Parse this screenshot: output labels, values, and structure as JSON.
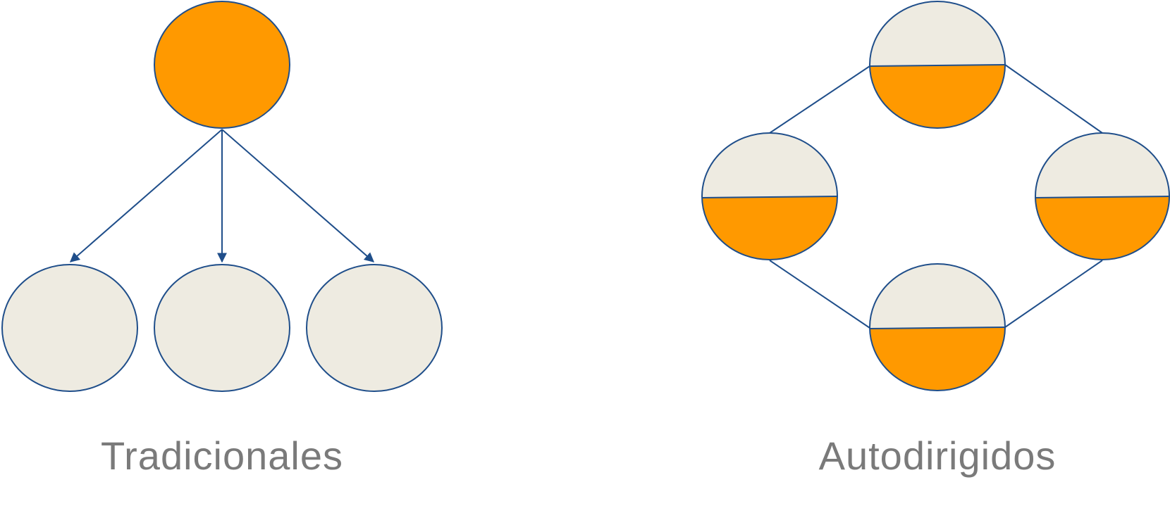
{
  "colors": {
    "outline": "#1f4e8a",
    "filled": "#FF9900",
    "empty": "#EEEBE1",
    "caption": "#7a7a7a"
  },
  "traditional": {
    "caption": "Tradicionales",
    "leader_node": {
      "state": "filled"
    },
    "member_nodes": [
      {
        "state": "empty"
      },
      {
        "state": "empty"
      },
      {
        "state": "empty"
      }
    ],
    "connection_style": "directed-arrows"
  },
  "self_directed": {
    "caption": "Autodirigidos",
    "nodes": [
      {
        "position": "top",
        "fill_fraction": 0.5
      },
      {
        "position": "left",
        "fill_fraction": 0.5
      },
      {
        "position": "right",
        "fill_fraction": 0.5
      },
      {
        "position": "bottom",
        "fill_fraction": 0.5
      }
    ],
    "connection_style": "undirected-ring"
  }
}
